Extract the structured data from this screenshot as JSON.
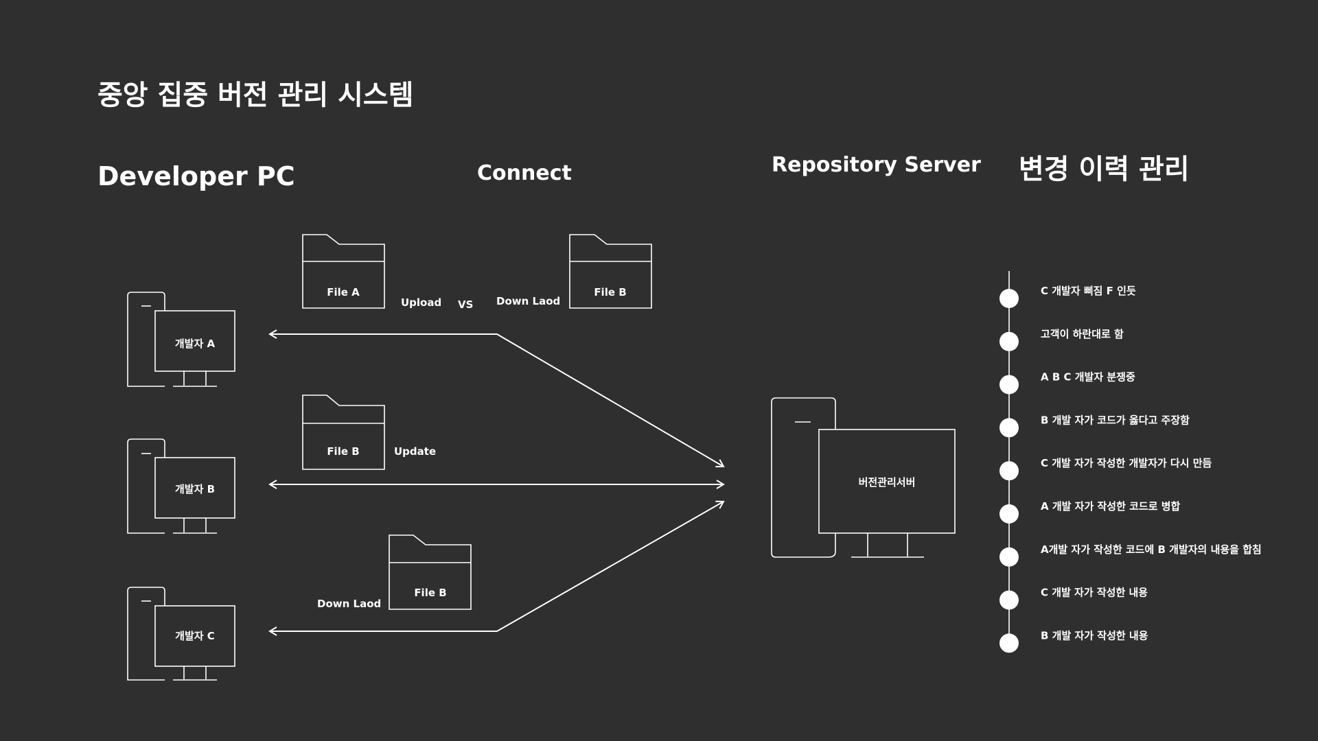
{
  "title": "중앙 집중 버전 관리 시스템",
  "headings": {
    "developer_pc": "Developer PC",
    "connect": "Connect",
    "repository_server": "Repository Server",
    "history": "변경 이력 관리"
  },
  "developers": [
    "개발자 A",
    "개발자 B",
    "개발자 C"
  ],
  "server_label": "버전관리서버",
  "folders": {
    "file_a": "File A",
    "file_b_top": "File B",
    "file_b_mid": "File B",
    "file_b_bottom": "File B"
  },
  "connect_labels": {
    "upload": "Upload",
    "vs": "VS",
    "download_top": "Down Laod",
    "update": "Update",
    "download_bottom": "Down Laod"
  },
  "timeline": [
    "C 개발자 삐짐 F 인듯",
    "고객이 하란대로 함",
    "A B C 개발자 분쟁중",
    "B 개발 자가 코드가 옳다고 주장함",
    "C 개발 자가 작성한 개발자가 다시 만듬",
    "A 개발 자가 작성한 코드로 병합",
    "A개발 자가 작성한 코드에 B 개발자의 내용을 합침",
    "C 개발 자가 작성한 내용",
    "B 개발 자가 작성한 내용"
  ],
  "colors": {
    "background": "#2f2f2f",
    "foreground": "#ffffff"
  }
}
